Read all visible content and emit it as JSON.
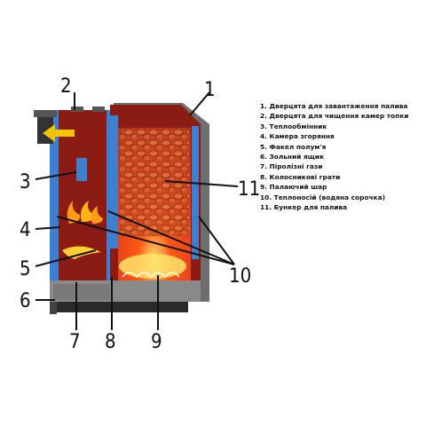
{
  "callouts": [
    "1",
    "2",
    "3",
    "4",
    "5",
    "6",
    "7",
    "8",
    "9",
    "10",
    "11"
  ],
  "legend": [
    "1. Дверцята для завантаження палива",
    "2. Дверцята для чищення камер топки",
    "3. Теплообмінник",
    "4. Камера згоряння",
    "5. Факел полум'я",
    "6. Зольний ящик",
    "7. Піролізні гази",
    "8. Колосникові грати",
    "9. Палаючий шар",
    "10. Теплоносій (водяна сорочка)",
    "11. Бункер для палива"
  ],
  "colors": {
    "body": "#8a1c14",
    "water_jacket": "#3d7fd0",
    "fire": "#ff4a14",
    "arrow": "#f5c400",
    "steel": "#555555"
  }
}
